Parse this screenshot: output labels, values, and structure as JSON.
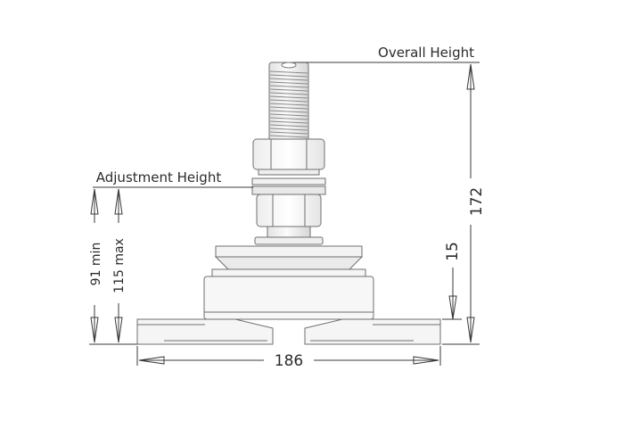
{
  "labels": {
    "overall_height": "Overall Height",
    "adjustment_height": "Adjustment Height",
    "min_height": "91 min",
    "max_height": "115 max"
  },
  "dimensions": {
    "total_height": "172",
    "base_thickness": "15",
    "base_width": "186"
  },
  "colors": {
    "line": "#3a3a3a",
    "part_fill": "#f4f4f4",
    "part_stroke": "#6f6f6f"
  }
}
